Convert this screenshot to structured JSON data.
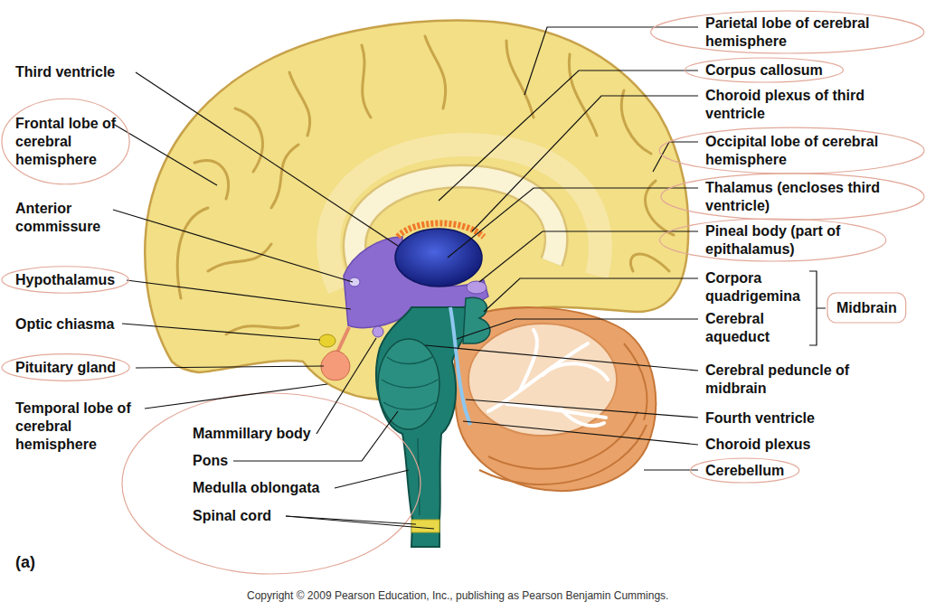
{
  "diagram": {
    "labels": [
      "Third ventricle",
      "Frontal lobe of cerebral hemisphere",
      "Anterior commissure",
      "Hypothalamus",
      "Optic chiasma",
      "Pituitary gland",
      "Temporal lobe of cerebral hemisphere",
      "Mammillary body",
      "Pons",
      "Medulla oblongata",
      "Spinal cord",
      "(a)",
      "Parietal lobe of cerebral hemisphere",
      "Corpus callosum",
      "Choroid plexus of third ventricle",
      "Occipital lobe of cerebral hemisphere",
      "Thalamus (encloses third ventricle)",
      "Pineal body (part of epithalamus)",
      "Corpora quadrigemina",
      "Cerebral aqueduct",
      "Midbrain",
      "Cerebral peduncle of midbrain",
      "Fourth ventricle",
      "Choroid plexus",
      "Cerebellum",
      "Copyright © 2009 Pearson Education, Inc., publishing as Pearson Benjamin Cummings."
    ]
  }
}
